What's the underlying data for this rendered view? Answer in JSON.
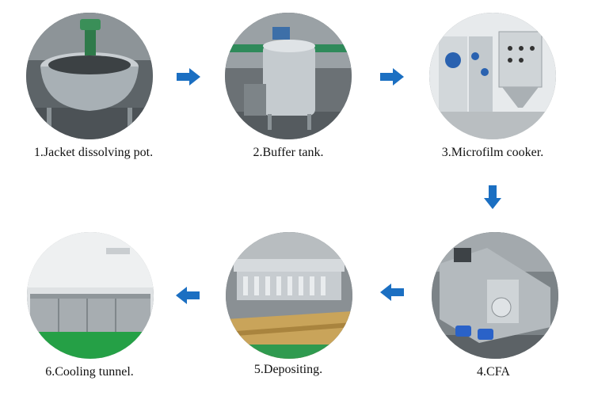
{
  "steps": [
    {
      "label": "1.Jacket dissolving pot."
    },
    {
      "label": "2.Buffer tank."
    },
    {
      "label": "3.Microfilm cooker."
    },
    {
      "label": "4.CFA"
    },
    {
      "label": "5.Depositing."
    },
    {
      "label": "6.Cooling tunnel."
    }
  ],
  "colors": {
    "arrow": "#1b6fc2",
    "caption": "#111111"
  }
}
